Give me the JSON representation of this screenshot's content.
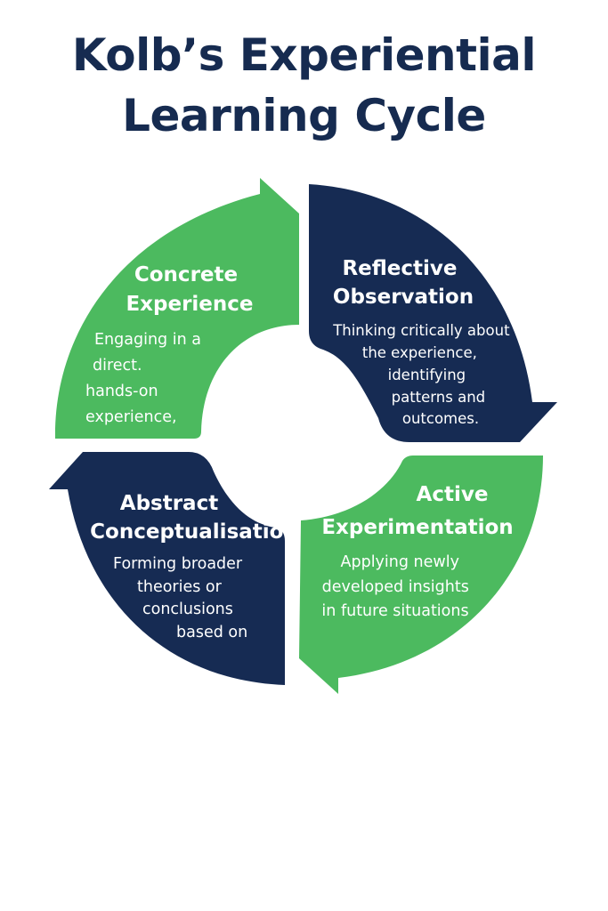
{
  "title": {
    "line1": "Kolb’s Experiential",
    "line2": "Learning Cycle"
  },
  "colors": {
    "green": "#4cba5f",
    "navy": "#162b53",
    "title": "#162b50"
  },
  "stages": {
    "concrete": {
      "title_lines": [
        "Concrete",
        "Experience"
      ],
      "desc_lines": [
        "Engaging in a",
        "direct.",
        "hands-on",
        "experience,"
      ]
    },
    "reflective": {
      "title_lines": [
        "Reflective",
        "Observation"
      ],
      "desc_lines": [
        "Thinking critically about",
        "the experience,",
        "identifying",
        "patterns and",
        "outcomes."
      ]
    },
    "active": {
      "title_lines": [
        "Active",
        "Experimentation"
      ],
      "desc_lines": [
        "Applying newly",
        "developed insights",
        "in future situations"
      ]
    },
    "abstract": {
      "title_lines": [
        "Abstract",
        "Conceptualisation"
      ],
      "desc_lines": [
        "Forming broader",
        "theories or",
        "conclusions",
        "based on"
      ]
    }
  }
}
